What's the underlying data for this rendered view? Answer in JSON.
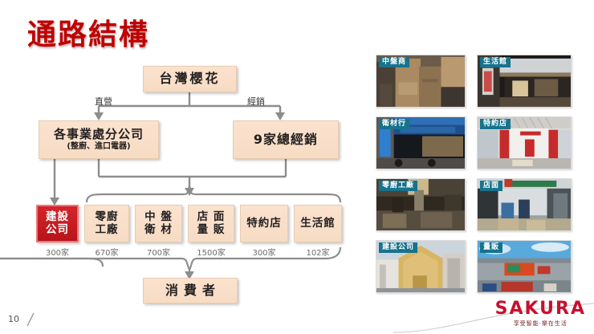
{
  "slide": {
    "title": "通路結構",
    "page_number": "10"
  },
  "diagram": {
    "top_box": "台灣櫻花",
    "edge_labels": {
      "direct": "直營",
      "dealer": "經銷"
    },
    "division_box": {
      "main": "各事業處分公司",
      "sub": "(整廚、進口電器)"
    },
    "distributor_box": "9家總經銷",
    "channels": [
      {
        "line1": "建設",
        "line2": "公司",
        "count": "300家",
        "highlight": true,
        "color": "#C0202A"
      },
      {
        "line1": "零廚",
        "line2": "工廠",
        "count": "670家",
        "highlight": false
      },
      {
        "line1": "中 盤",
        "line2": "衛 材",
        "count": "700家",
        "highlight": false
      },
      {
        "line1": "店 面",
        "line2": "量 販",
        "count": "1500家",
        "highlight": false
      },
      {
        "line1": "特約店",
        "line2": "",
        "count": "300家",
        "highlight": false
      },
      {
        "line1": "生活館",
        "line2": "",
        "count": "102家",
        "highlight": false
      }
    ],
    "consumer_box": "消費者"
  },
  "photos": [
    {
      "label": "中盤商",
      "alt": "warehouse-cartons"
    },
    {
      "label": "生活館",
      "alt": "showroom-interior"
    },
    {
      "label": "衛材行",
      "alt": "hardware-storefront"
    },
    {
      "label": "特約店",
      "alt": "sakura-dealer-store"
    },
    {
      "label": "零廚工廠",
      "alt": "factory-workshop"
    },
    {
      "label": "店面",
      "alt": "retail-shopfront"
    },
    {
      "label": "建設公司",
      "alt": "building-construction"
    },
    {
      "label": "量販",
      "alt": "hypermarket-exterior"
    }
  ],
  "logo": {
    "word": "SAKURA",
    "tagline": "享受智能‧樂在生活",
    "color": "#C8102E"
  }
}
